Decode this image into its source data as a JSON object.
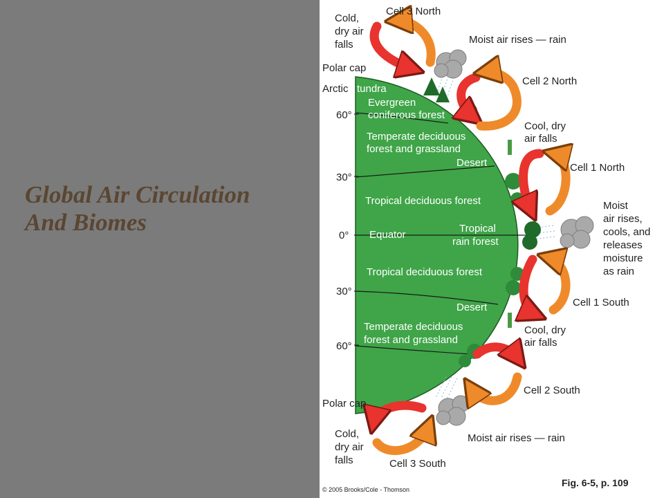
{
  "slide": {
    "title_line1": "Global Air Circulation",
    "title_line2": "And Biomes",
    "caption": "Fig. 6-5, p. 109",
    "copyright": "© 2005 Brooks/Cole - Thomson"
  },
  "latitudes": {
    "n60": "60°",
    "n30": "30°",
    "eq": "0°",
    "s30": "30°",
    "s60": "60°"
  },
  "biomes": {
    "polar_cap_north": "Polar cap",
    "arctic": "Arctic",
    "tundra": "tundra",
    "evergreen_1": "Evergreen",
    "evergreen_2": "coniferous forest",
    "temperate_n_1": "Temperate deciduous",
    "temperate_n_2": "forest and grassland",
    "desert_n": "Desert",
    "tropical_dec_n": "Tropical deciduous forest",
    "equator": "Equator",
    "rainforest_1": "Tropical",
    "rainforest_2": "rain forest",
    "tropical_dec_s": "Tropical deciduous forest",
    "desert_s": "Desert",
    "temperate_s_1": "Temperate deciduous",
    "temperate_s_2": "forest and grassland",
    "polar_cap_south": "Polar cap"
  },
  "cells": {
    "cell3_north": "Cell 3 North",
    "cell2_north": "Cell 2 North",
    "cell1_north": "Cell 1 North",
    "cell1_south": "Cell 1 South",
    "cell2_south": "Cell 2 South",
    "cell3_south": "Cell 3 South"
  },
  "annotations": {
    "cold_n_1": "Cold,",
    "cold_n_2": "dry air",
    "cold_n_3": "falls",
    "moist_n": "Moist air rises — rain",
    "cool_n_1": "Cool, dry",
    "cool_n_2": "air falls",
    "moist_eq_1": "Moist",
    "moist_eq_2": "air rises,",
    "moist_eq_3": "cools, and",
    "moist_eq_4": "releases",
    "moist_eq_5": "moisture",
    "moist_eq_6": "as rain",
    "cool_s_1": "Cool, dry",
    "cool_s_2": "air falls",
    "moist_s": "Moist air rises — rain",
    "cold_s_1": "Cold,",
    "cold_s_2": "dry air",
    "cold_s_3": "falls"
  },
  "colors": {
    "earth": "#3fa548",
    "warm_arrow": "#e8332e",
    "cool_arrow": "#ef8a2a",
    "title": "#5a4632"
  }
}
